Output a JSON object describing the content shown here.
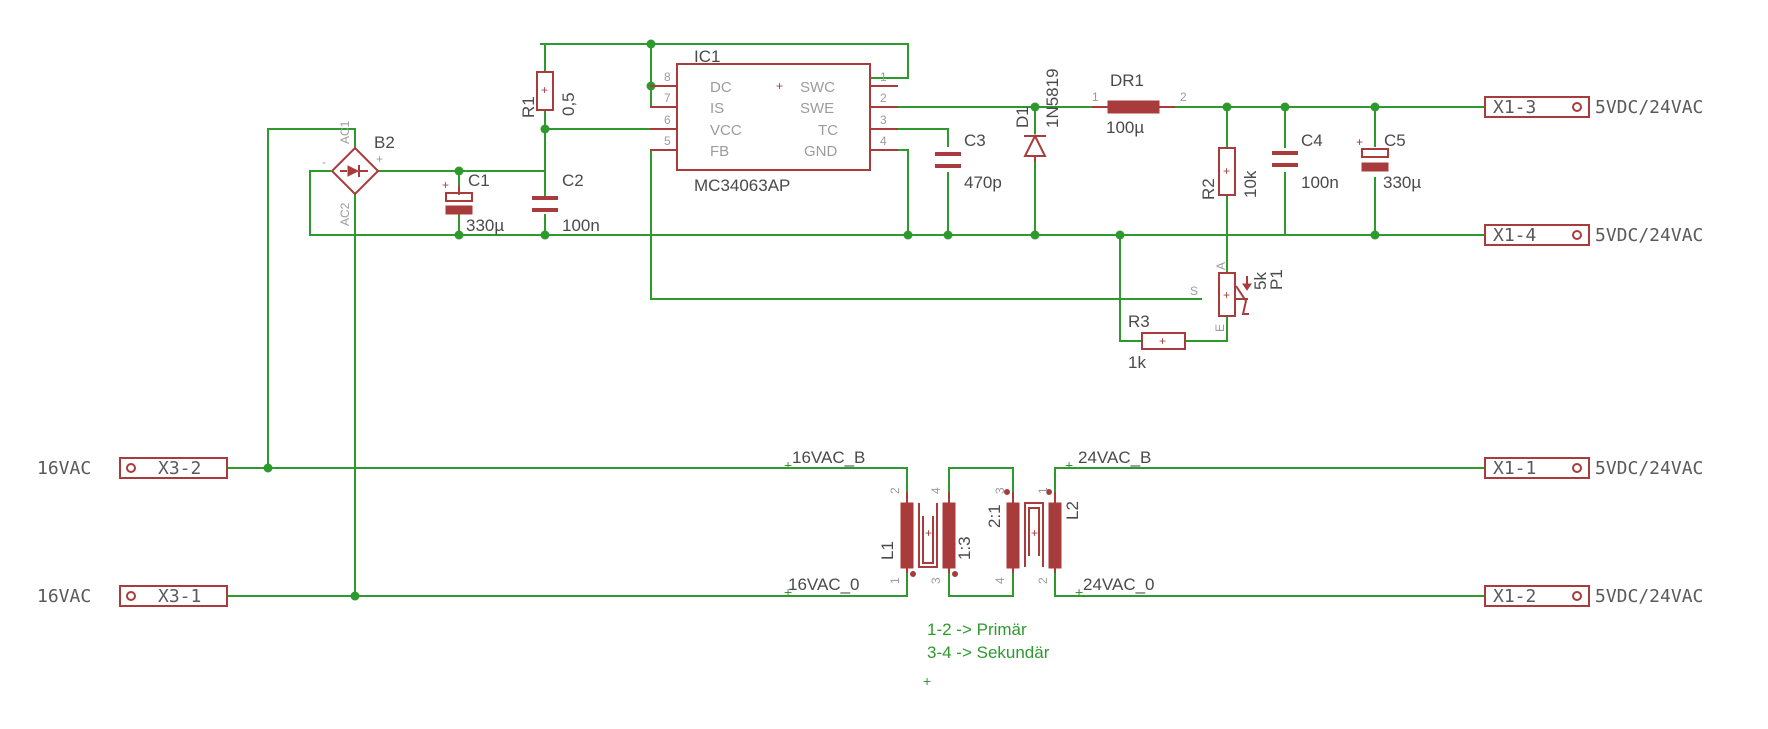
{
  "ic1": {
    "name": "IC1",
    "value": "MC34063AP",
    "pins_left": [
      {
        "num": "8",
        "label": "DC"
      },
      {
        "num": "7",
        "label": "IS"
      },
      {
        "num": "6",
        "label": "VCC"
      },
      {
        "num": "5",
        "label": "FB"
      }
    ],
    "pins_right": [
      {
        "num": "1",
        "label": "SWC"
      },
      {
        "num": "2",
        "label": "SWE"
      },
      {
        "num": "3",
        "label": "TC"
      },
      {
        "num": "4",
        "label": "GND"
      }
    ]
  },
  "bridge": {
    "name": "B2",
    "ac1": "AC1",
    "ac2": "AC2",
    "plus": "+",
    "minus": "-"
  },
  "r1": {
    "name": "R1",
    "value": "0,5"
  },
  "c1": {
    "name": "C1",
    "value": "330µ"
  },
  "c2": {
    "name": "C2",
    "value": "100n"
  },
  "c3": {
    "name": "C3",
    "value": "470p"
  },
  "d1": {
    "name": "D1",
    "value": "1N5819"
  },
  "dr1": {
    "name": "DR1",
    "value": "100µ",
    "pin1": "1",
    "pin2": "2"
  },
  "r2": {
    "name": "R2",
    "value": "10k"
  },
  "c4": {
    "name": "C4",
    "value": "100n"
  },
  "c5": {
    "name": "C5",
    "value": "330µ"
  },
  "p1": {
    "name": "P1",
    "value": "5k",
    "pin_a": "A",
    "pin_s": "S",
    "pin_e": "E"
  },
  "r3": {
    "name": "R3",
    "value": "1k"
  },
  "connectors": {
    "x1_3": {
      "name": "X1-3",
      "label": "5VDC/24VAC"
    },
    "x1_4": {
      "name": "X1-4",
      "label": "5VDC/24VAC"
    },
    "x1_1": {
      "name": "X1-1",
      "label": "5VDC/24VAC"
    },
    "x1_2": {
      "name": "X1-2",
      "label": "5VDC/24VAC"
    },
    "x3_2": {
      "name": "X3-2",
      "label": "16VAC"
    },
    "x3_1": {
      "name": "X3-1",
      "label": "16VAC"
    }
  },
  "nets": {
    "n16b": "16VAC_B",
    "n16_0": "16VAC_0",
    "n24b": "24VAC_B",
    "n24_0": "24VAC_0"
  },
  "l1": {
    "name": "L1",
    "ratio": "1:3",
    "pins": [
      "2",
      "4",
      "1",
      "3"
    ]
  },
  "l2": {
    "name": "L2",
    "ratio": "2:1",
    "pins": [
      "3",
      "1",
      "4",
      "2"
    ]
  },
  "notes": {
    "line1": "1-2 -> Primär",
    "line2": "3-4 -> Sekundär"
  }
}
